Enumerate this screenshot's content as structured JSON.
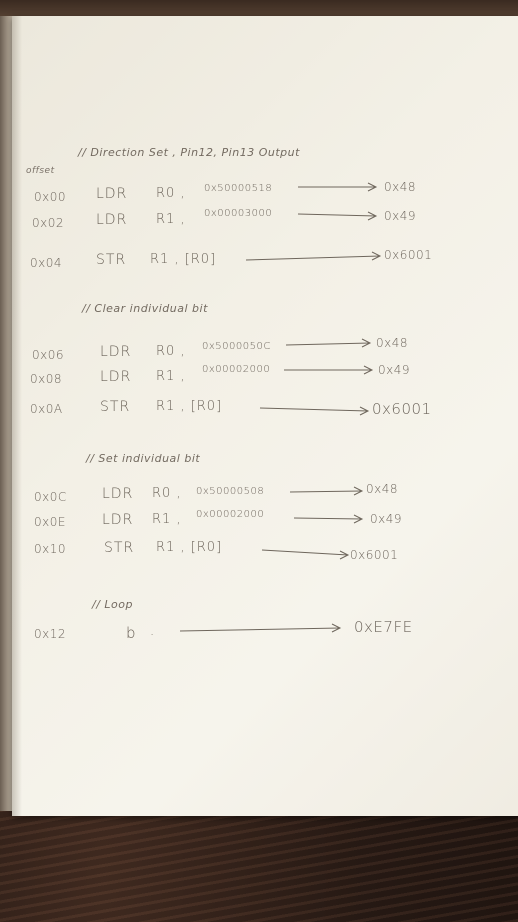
{
  "notes": {
    "offset_header": "offset",
    "sections": [
      {
        "comment": "// Direction Set ,  Pin12, Pin13 Output",
        "lines": [
          {
            "offset": "0x00",
            "mnemonic": "LDR",
            "operands": "R0 ,",
            "value": "0x50000518",
            "encoding": "0x48"
          },
          {
            "offset": "0x02",
            "mnemonic": "LDR",
            "operands": "R1 ,",
            "value": "0x00003000",
            "encoding": "0x49"
          },
          {
            "offset": "0x04",
            "mnemonic": "STR",
            "operands": "R1 , [R0]",
            "value": "",
            "encoding": "0x6001"
          }
        ]
      },
      {
        "comment": "// Clear individual bit",
        "lines": [
          {
            "offset": "0x06",
            "mnemonic": "LDR",
            "operands": "R0 ,",
            "value": "0x5000050C",
            "encoding": "0x48"
          },
          {
            "offset": "0x08",
            "mnemonic": "LDR",
            "operands": "R1 ,",
            "value": "0x00002000",
            "encoding": "0x49"
          },
          {
            "offset": "0x0A",
            "mnemonic": "STR",
            "operands": "R1 , [R0]",
            "value": "",
            "encoding": "0x6001"
          }
        ]
      },
      {
        "comment": "// Set individual bit",
        "lines": [
          {
            "offset": "0x0C",
            "mnemonic": "LDR",
            "operands": "R0 ,",
            "value": "0x50000508",
            "encoding": "0x48"
          },
          {
            "offset": "0x0E",
            "mnemonic": "LDR",
            "operands": "R1 ,",
            "value": "0x00002000",
            "encoding": "0x49"
          },
          {
            "offset": "0x10",
            "mnemonic": "STR",
            "operands": "R1 , [R0]",
            "value": "",
            "encoding": "0x6001"
          }
        ]
      },
      {
        "comment": "// Loop",
        "lines": [
          {
            "offset": "0x12",
            "mnemonic": "b",
            "operands": ".",
            "value": "",
            "encoding": "0xE7FE"
          }
        ]
      }
    ]
  },
  "colors": {
    "paper": "#f3f0e6",
    "ink": "#6a6258",
    "table": "#2a1c16"
  }
}
